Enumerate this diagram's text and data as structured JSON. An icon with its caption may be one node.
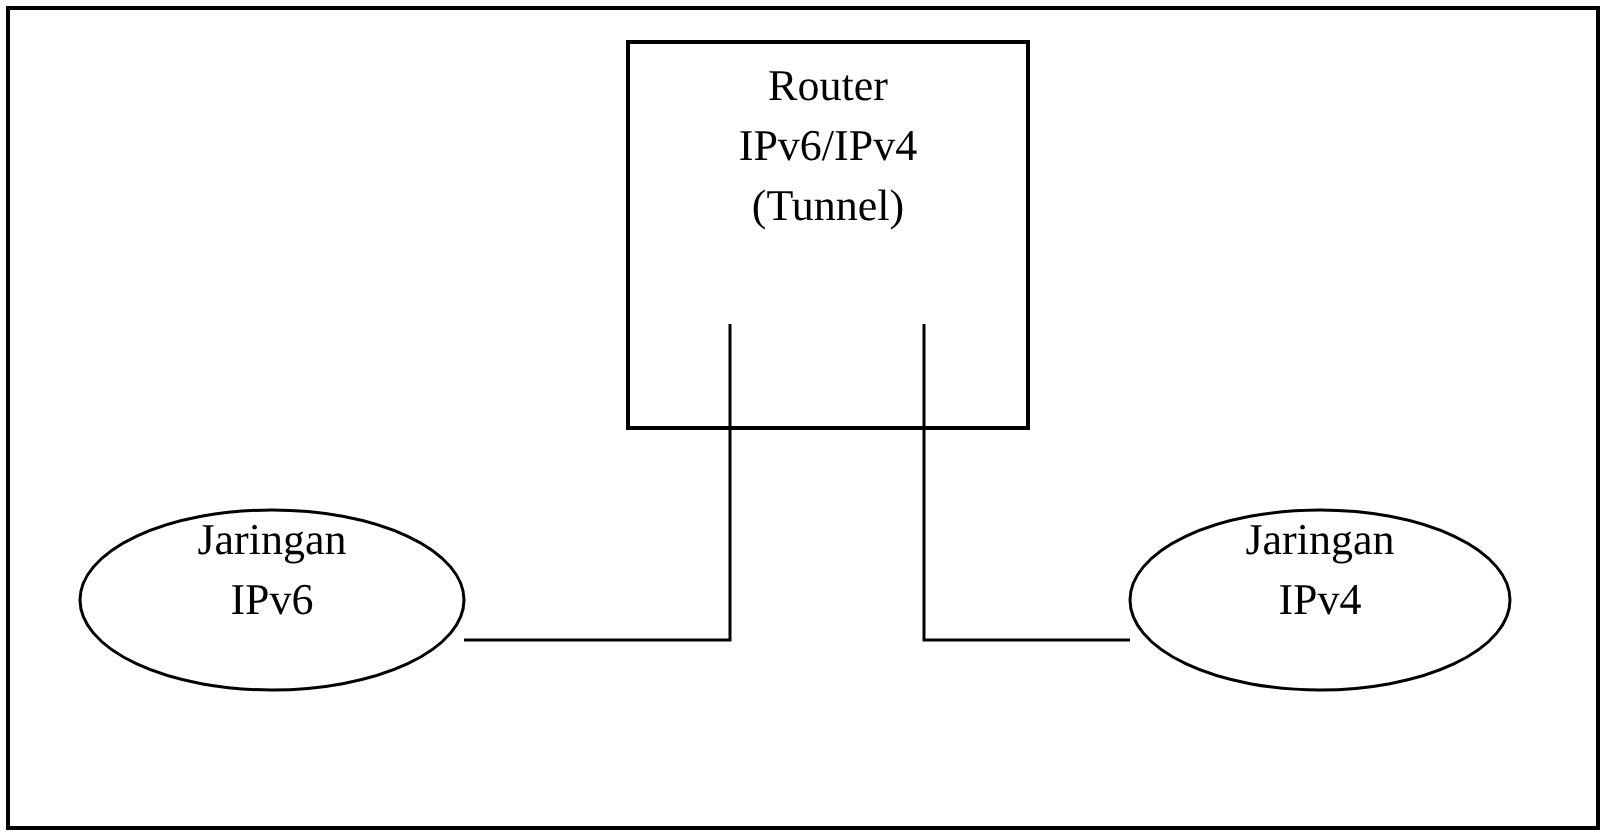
{
  "diagram": {
    "nodes": [
      {
        "text": [
          "Router IPv6/IPv4 (Tunnel)"
        ]
      },
      {
        "text": [
          "Jaringan IPv6"
        ]
      },
      {
        "text": [
          "Jaringan IPv4"
        ]
      }
    ],
    "edges": [
      {
        "from": 0,
        "to": 1,
        "arrow": "none"
      },
      {
        "from": 0,
        "to": 2,
        "arrow": "none"
      }
    ]
  }
}
